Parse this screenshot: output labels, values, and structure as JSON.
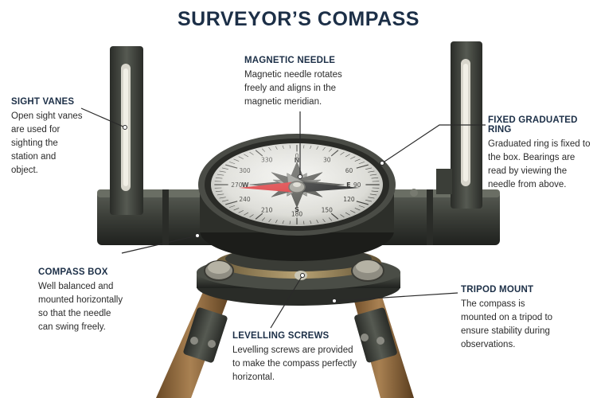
{
  "title": "SURVEYOR’S COMPASS",
  "callouts": {
    "magnetic_needle": {
      "heading": "MAGNETIC NEEDLE",
      "text": "Magnetic needle rotates freely and aligns in the magnetic meridian."
    },
    "sight_vanes": {
      "heading": "SIGHT VANES",
      "text": "Open sight vanes are used for sighting the station and object."
    },
    "fixed_graduated_ring": {
      "heading": "FIXED GRADUATED RING",
      "text": "Graduated ring is fixed to the box. Bearings are read by viewing the needle from above."
    },
    "compass_box": {
      "heading": "COMPASS BOX",
      "text": "Well balanced and mounted horizontally so that the needle can swing freely."
    },
    "tripod_mount": {
      "heading": "TRIPOD MOUNT",
      "text": "The compass is mounted on a tripod to ensure stability during observations."
    },
    "levelling_screws": {
      "heading": "LEVELLING SCREWS",
      "text": "Levelling screws are provided to make the compass perfectly horizontal."
    }
  },
  "dial": {
    "cardinals": [
      "N",
      "E",
      "S",
      "W"
    ],
    "degree_labels": [
      "0",
      "30",
      "60",
      "90",
      "120",
      "150",
      "180",
      "210",
      "240",
      "270",
      "300",
      "330"
    ]
  },
  "colors": {
    "heading": "#1c2f47",
    "body_text": "#2b2b2b",
    "needle_red": "#d8262a",
    "leader_line": "#2a2a2a"
  }
}
